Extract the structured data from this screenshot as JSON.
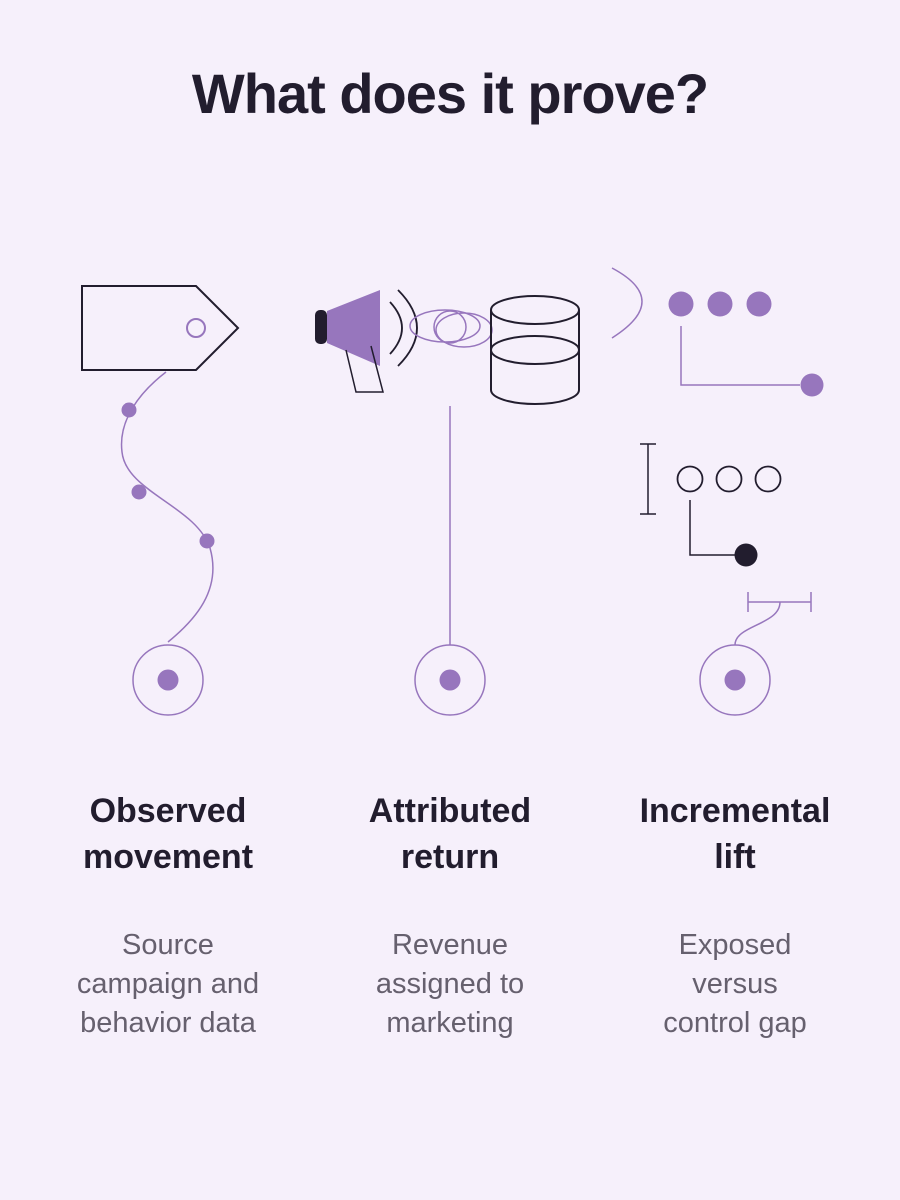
{
  "title": "What does it prove?",
  "colors": {
    "background": "#f6f0fb",
    "accent": "#9776bd",
    "ink": "#221d2e",
    "muted_text": "#66606e"
  },
  "columns": [
    {
      "heading_lines": [
        "Observed",
        "movement"
      ],
      "description_lines": [
        "Source",
        "campaign and",
        "behavior data"
      ],
      "icon": "price-tag-icon"
    },
    {
      "heading_lines": [
        "Attributed",
        "return"
      ],
      "description_lines": [
        "Revenue",
        "assigned to",
        "marketing"
      ],
      "icon": "megaphone-database-icon"
    },
    {
      "heading_lines": [
        "Incremental",
        "lift"
      ],
      "description_lines": [
        "Exposed",
        "versus",
        "control gap"
      ],
      "icon": "exposed-control-dots-icon"
    }
  ]
}
